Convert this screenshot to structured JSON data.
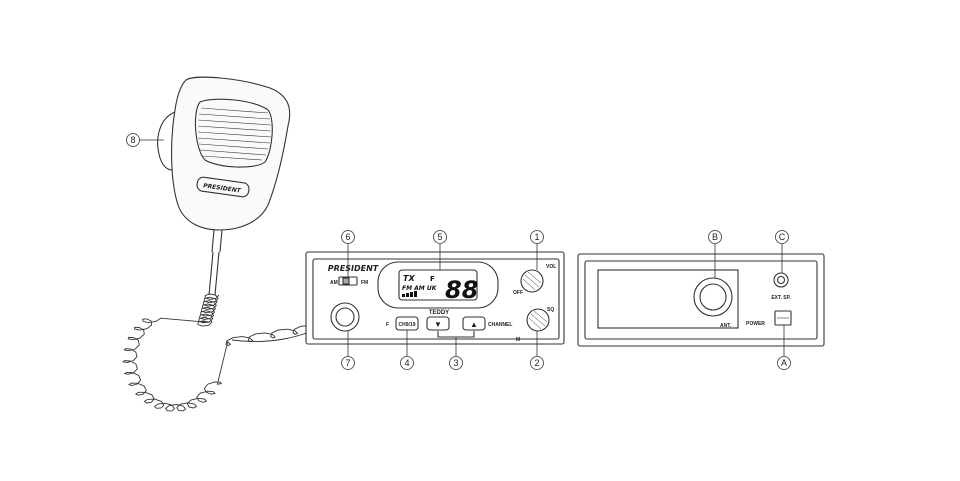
{
  "callouts": {
    "c1": "1",
    "c2": "2",
    "c3": "3",
    "c4": "4",
    "c5": "5",
    "c6": "6",
    "c7": "7",
    "c8": "8",
    "cA": "A",
    "cB": "B",
    "cC": "C"
  },
  "mic": {
    "brand": "PRESIDENT"
  },
  "front": {
    "brand": "PRESIDENT",
    "model": "TEDDY",
    "am": "AM",
    "fm": "FM",
    "vol": "VOL",
    "off": "OFF",
    "sq": "SQ",
    "m": "M",
    "f": "F",
    "ch919": "CH9/19",
    "channel": "CHANNEL",
    "lcd": {
      "tx": "TX",
      "mode": "FM AM UK",
      "f": "F",
      "digits": "88"
    },
    "down_glyph": "▼",
    "up_glyph": "▲"
  },
  "rear": {
    "ant": "ANT.",
    "ext_sp": "EXT. SP.",
    "power": "POWER"
  }
}
